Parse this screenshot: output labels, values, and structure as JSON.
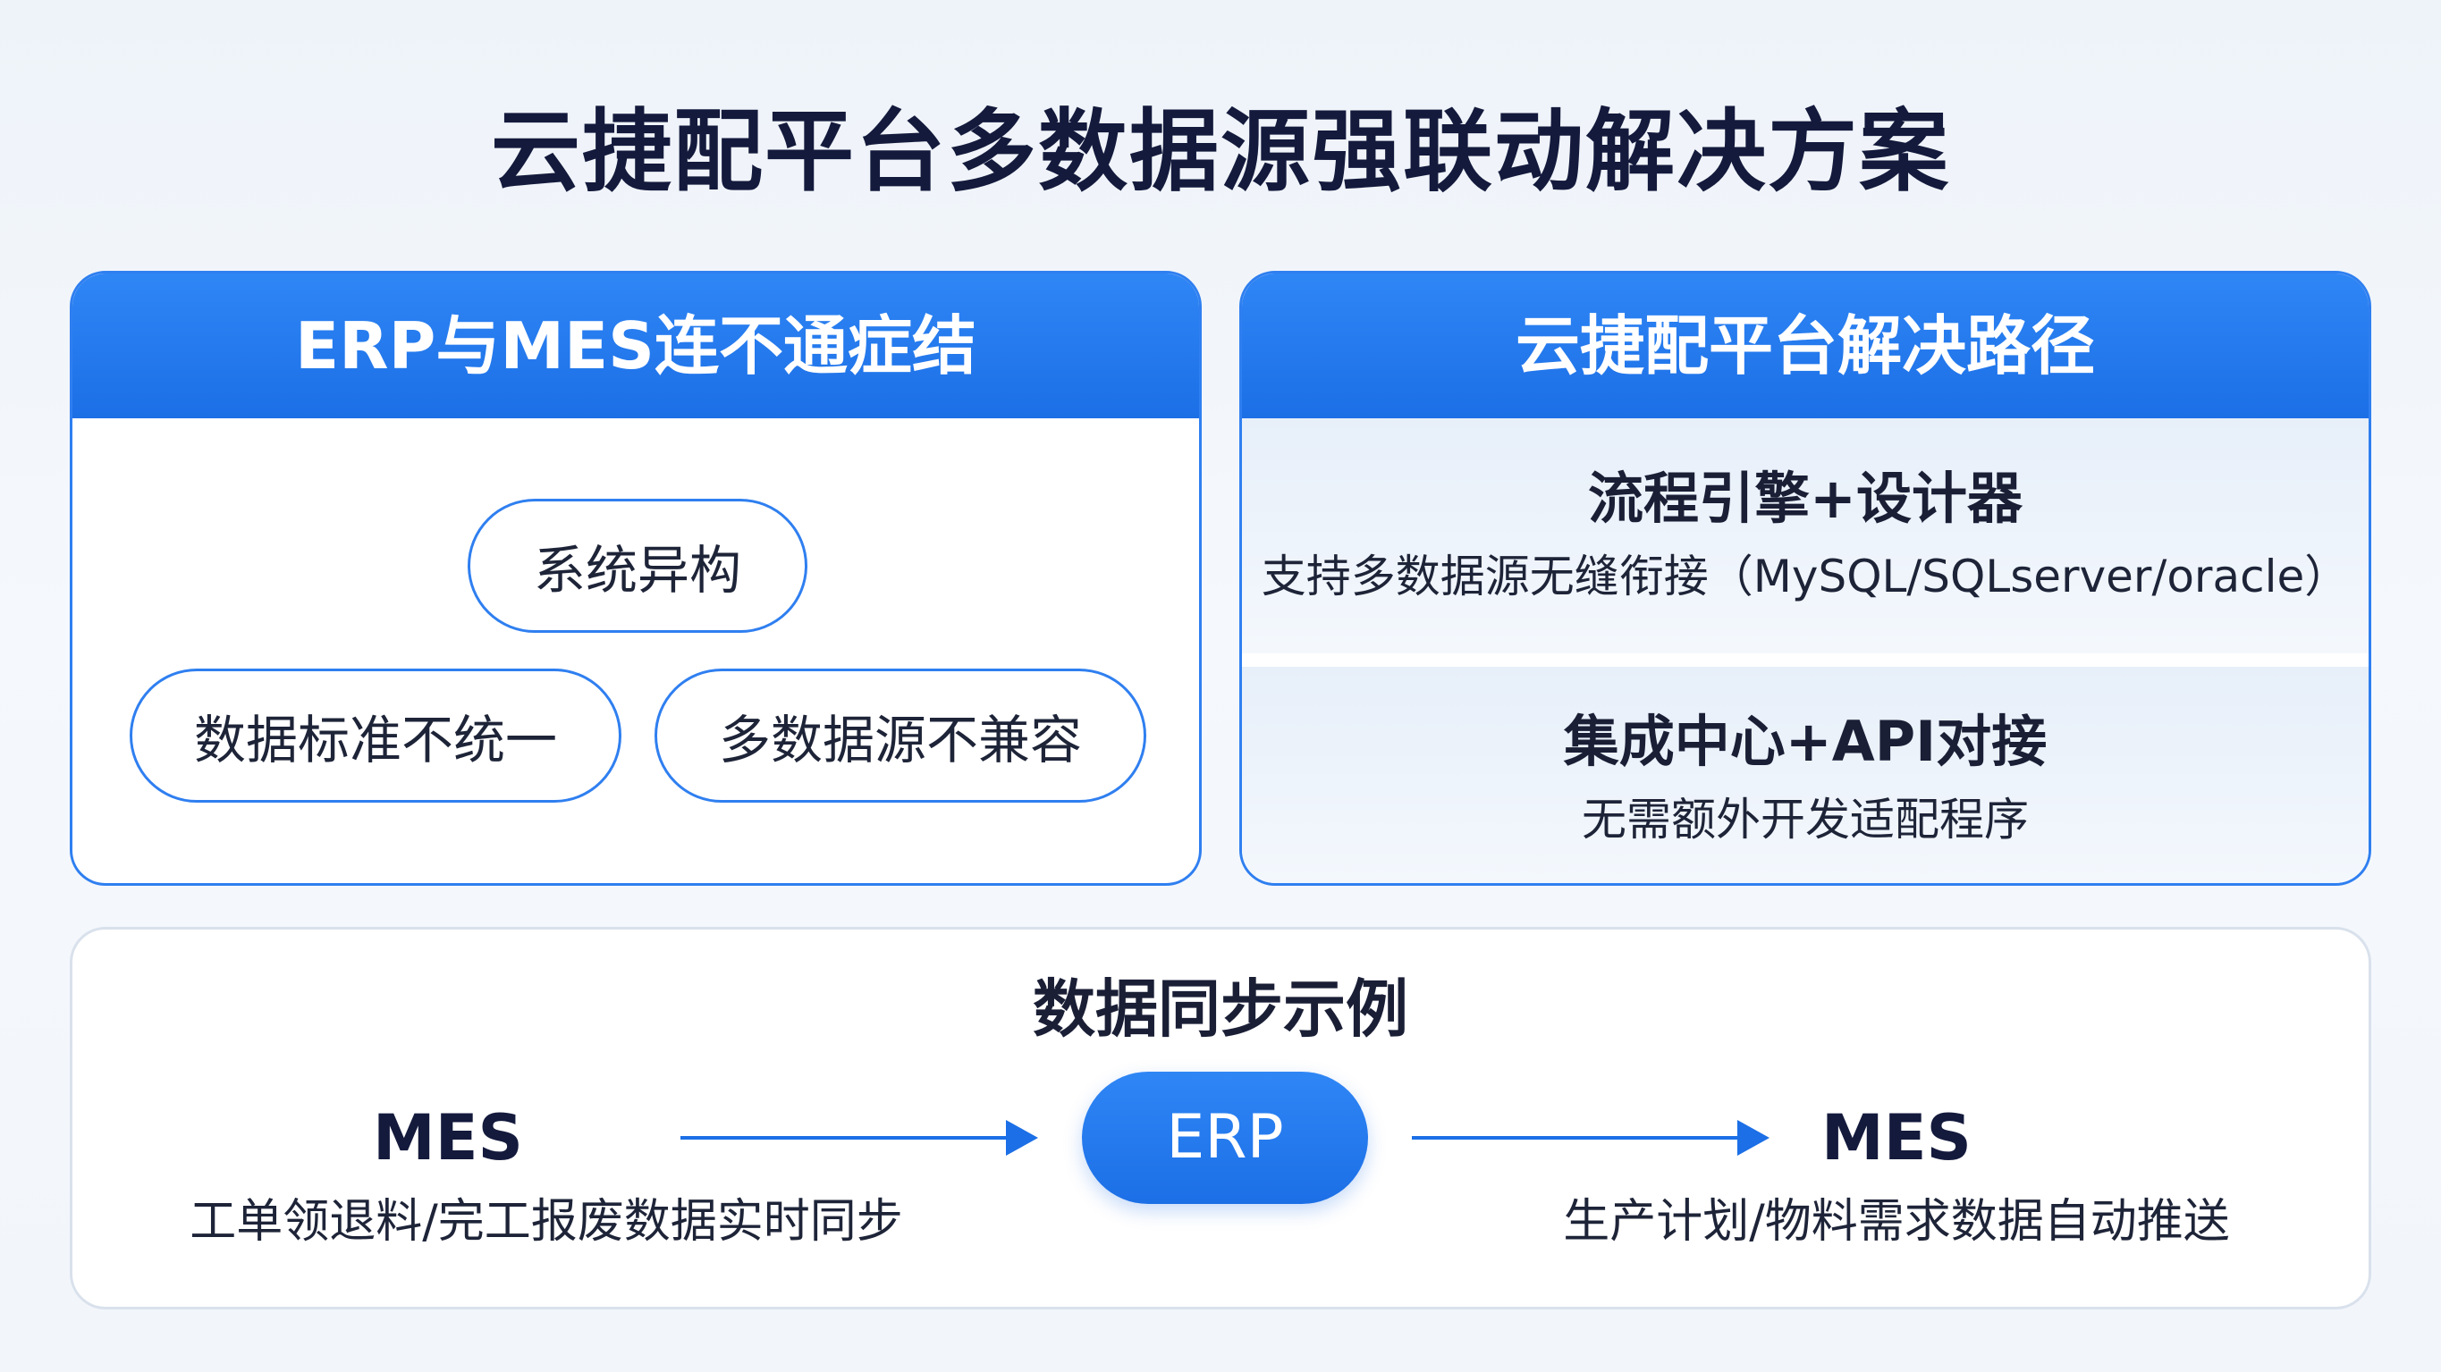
{
  "title": "云捷配平台多数据源强联动解决方案",
  "left_panel": {
    "header": "ERP与MES连不通症结",
    "issues": [
      "系统异构",
      "数据标准不统一",
      "多数据源不兼容"
    ]
  },
  "right_panel": {
    "header": "云捷配平台解决路径",
    "solutions": [
      {
        "title": "流程引擎+设计器",
        "desc": "支持多数据源无缝衔接（MySQL/SQLserver/oracle）"
      },
      {
        "title": "集成中心+API对接",
        "desc": "无需额外开发适配程序"
      }
    ]
  },
  "sync_example": {
    "title": "数据同步示例",
    "source": {
      "label": "MES",
      "desc": "工单领退料/完工报废数据实时同步"
    },
    "hub": {
      "label": "ERP"
    },
    "target": {
      "label": "MES",
      "desc": "生产计划/物料需求数据自动推送"
    }
  },
  "colors": {
    "accent": "#1c6fe6",
    "accent_light": "#2f86f5",
    "title_text": "#141a3c",
    "panel_border": "#2f7ff0",
    "sync_border": "#d9e1ec"
  },
  "icons": [
    "arrow-right-icon",
    "arrow-right-icon"
  ]
}
